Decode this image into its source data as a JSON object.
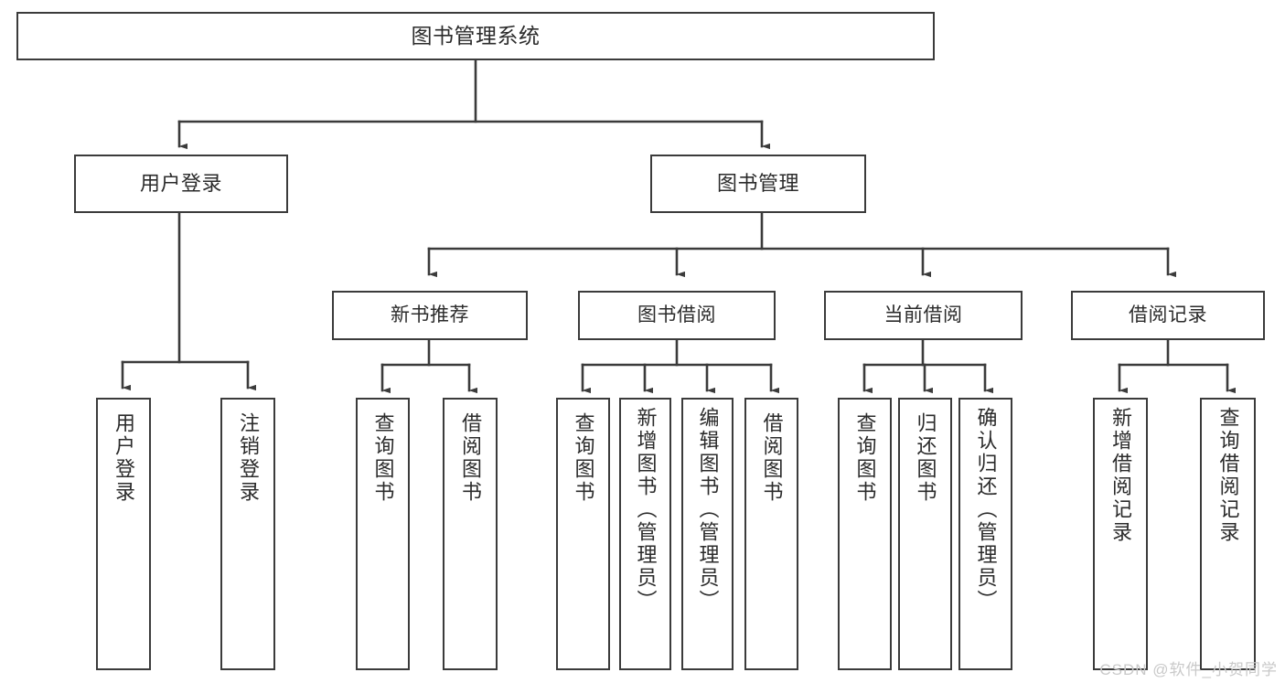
{
  "diagram": {
    "title": "图书管理系统",
    "type": "hierarchy-tree",
    "colors": {
      "box_border": "#3b3b3b",
      "box_fill": "#ffffff",
      "connector": "#3b3b3b",
      "text": "#2b2b2b",
      "background": "#ffffff",
      "watermark": "#c9c9c9"
    },
    "nodes": {
      "root": {
        "label": "图书管理系统"
      },
      "level2": [
        {
          "id": "user-login",
          "label": "用户登录"
        },
        {
          "id": "book-management",
          "label": "图书管理"
        }
      ],
      "level3": [
        {
          "id": "new-book-recommend",
          "label": "新书推荐"
        },
        {
          "id": "book-borrow",
          "label": "图书借阅"
        },
        {
          "id": "current-borrow",
          "label": "当前借阅"
        },
        {
          "id": "borrow-record",
          "label": "借阅记录"
        }
      ],
      "level4": {
        "user_login_children": [
          {
            "id": "leaf-user-login",
            "label": "用户登录"
          },
          {
            "id": "leaf-logout-login",
            "label": "注销登录"
          }
        ],
        "new_book_recommend_children": [
          {
            "id": "leaf-query-book-1",
            "label": "查询图书"
          },
          {
            "id": "leaf-borrow-book-1",
            "label": "借阅图书"
          }
        ],
        "book_borrow_children": [
          {
            "id": "leaf-query-book-2",
            "label": "查询图书"
          },
          {
            "id": "leaf-add-book",
            "label": "新增图书（管理员）"
          },
          {
            "id": "leaf-edit-book",
            "label": "编辑图书（管理员）"
          },
          {
            "id": "leaf-borrow-book-2",
            "label": "借阅图书"
          }
        ],
        "current_borrow_children": [
          {
            "id": "leaf-query-book-3",
            "label": "查询图书"
          },
          {
            "id": "leaf-return-book",
            "label": "归还图书"
          },
          {
            "id": "leaf-confirm-return",
            "label": "确认归还（管理员）"
          }
        ],
        "borrow_record_children": [
          {
            "id": "leaf-add-borrow-record",
            "label": "新增借阅记录"
          },
          {
            "id": "leaf-query-borrow-record",
            "label": "查询借阅记录"
          }
        ]
      }
    },
    "watermark": "CSDN @软件_小贺同学"
  }
}
